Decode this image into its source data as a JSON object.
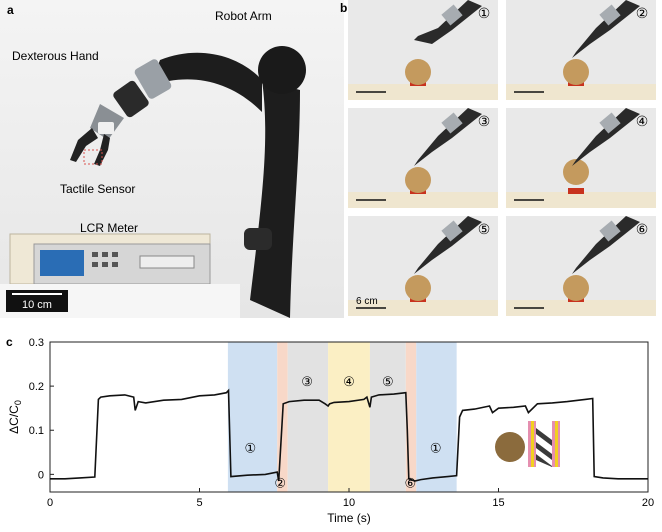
{
  "panel_a": {
    "letter": "a",
    "labels": {
      "robot_arm": "Robot Arm",
      "dexterous_hand": "Dexterous Hand",
      "tactile_sensor": "Tactile Sensor",
      "lcr_meter": "LCR Meter"
    },
    "scale_bar": "10 cm"
  },
  "panel_b": {
    "letter": "b",
    "frames": [
      "①",
      "②",
      "③",
      "④",
      "⑤",
      "⑥"
    ],
    "scale_bar": "6 cm"
  },
  "panel_c": {
    "letter": "c"
  },
  "colors": {
    "trace": "#111111",
    "band_blue": "#cfe0f2",
    "band_orange": "#f8d8c8",
    "band_gray": "#e2e2e2",
    "band_yellow": "#fbefc4",
    "ball": "#8b6b3d",
    "sensor_pink": "#e58fb0",
    "sensor_yellow": "#f2d020",
    "sensor_dark": "#3a3a3a"
  },
  "chart_data": {
    "type": "line",
    "xlabel": "Time (s)",
    "ylabel": "ΔC/C",
    "ylabel_sub": "0",
    "xlim": [
      0,
      20
    ],
    "ylim": [
      -0.04,
      0.3
    ],
    "xticks": [
      0,
      5,
      10,
      15,
      20
    ],
    "yticks": [
      0,
      0.1,
      0.2,
      0.3
    ],
    "xtick_labels": [
      "0",
      "5",
      "10",
      "15",
      "20"
    ],
    "ytick_labels": [
      "0",
      "0.1",
      "0.2",
      "0.3"
    ],
    "bands": [
      {
        "x0": 5.95,
        "x1": 7.6,
        "color": "blue"
      },
      {
        "x0": 7.6,
        "x1": 7.95,
        "color": "orange"
      },
      {
        "x0": 7.95,
        "x1": 9.3,
        "color": "gray"
      },
      {
        "x0": 9.3,
        "x1": 10.7,
        "color": "yellow"
      },
      {
        "x0": 10.7,
        "x1": 11.9,
        "color": "gray"
      },
      {
        "x0": 11.9,
        "x1": 12.25,
        "color": "orange"
      },
      {
        "x0": 12.25,
        "x1": 13.6,
        "color": "blue"
      }
    ],
    "annotations": [
      {
        "text": "①",
        "x": 6.7,
        "y": 0.05
      },
      {
        "text": "②",
        "x": 7.7,
        "y": -0.03
      },
      {
        "text": "③",
        "x": 8.6,
        "y": 0.2
      },
      {
        "text": "④",
        "x": 10.0,
        "y": 0.2
      },
      {
        "text": "⑤",
        "x": 11.3,
        "y": 0.2
      },
      {
        "text": "⑥",
        "x": 12.05,
        "y": -0.03
      },
      {
        "text": "①",
        "x": 12.9,
        "y": 0.05
      }
    ],
    "series": [
      {
        "x": [
          0,
          0.5,
          1.0,
          1.5,
          1.62,
          1.7,
          2.0,
          2.5,
          2.8,
          2.85,
          2.95,
          3.2,
          3.8,
          4.4,
          5.0,
          5.5,
          5.9,
          5.97,
          6.05,
          6.6,
          7.2,
          7.6,
          7.65,
          7.8,
          8.0,
          8.5,
          9.0,
          9.2,
          9.3,
          9.35,
          9.5,
          10.0,
          10.5,
          10.6,
          10.7,
          10.75,
          11.0,
          11.5,
          11.9,
          11.95,
          12.0,
          12.2,
          12.4,
          12.8,
          13.3,
          13.6,
          13.7,
          13.8,
          14.2,
          14.7,
          14.8,
          15.0,
          15.5,
          15.9,
          16.0,
          16.3,
          16.8,
          17.3,
          17.9,
          18.15,
          18.2,
          18.5,
          19.0,
          19.5,
          20.0
        ],
        "y": [
          -0.01,
          -0.01,
          -0.008,
          -0.006,
          0.17,
          0.175,
          0.178,
          0.18,
          0.175,
          0.145,
          0.165,
          0.162,
          0.168,
          0.17,
          0.178,
          0.18,
          0.185,
          0.19,
          -0.005,
          -0.002,
          0.0,
          0.005,
          -0.015,
          0.16,
          0.165,
          0.168,
          0.168,
          0.16,
          0.155,
          0.16,
          0.163,
          0.165,
          0.17,
          0.175,
          0.152,
          0.175,
          0.18,
          0.182,
          0.185,
          0.1,
          -0.01,
          -0.015,
          -0.012,
          -0.008,
          -0.005,
          -0.003,
          0.13,
          0.145,
          0.148,
          0.155,
          0.14,
          0.15,
          0.152,
          0.155,
          0.14,
          0.16,
          0.162,
          0.165,
          0.17,
          0.172,
          -0.005,
          -0.008,
          -0.01,
          -0.01,
          -0.01
        ]
      }
    ]
  }
}
